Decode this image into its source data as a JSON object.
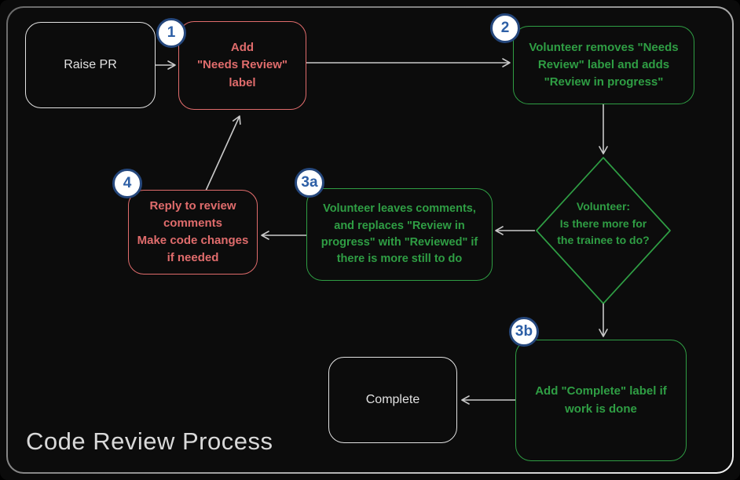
{
  "title": "Code Review Process",
  "colors": {
    "red": "#e06c6c",
    "green": "#2f9e44",
    "neutral": "#e2e2e2",
    "badge-border": "#25477c",
    "badge-text": "#2d5fa6",
    "arrow": "#c9c9c9",
    "bg": "#0b0b0b"
  },
  "nodes": {
    "raise_pr": {
      "label": "Raise PR"
    },
    "step1": {
      "badge": "1",
      "label": "Add\n\"Needs Review\"\nlabel"
    },
    "step2": {
      "badge": "2",
      "label": "Volunteer removes \"Needs\nReview\" label and adds\n\"Review in progress\""
    },
    "decision": {
      "label": "Volunteer:\nIs there more for\nthe trainee to do?"
    },
    "step3a": {
      "badge": "3a",
      "label": "Volunteer leaves comments,\nand replaces \"Review in\nprogress\" with \"Reviewed\" if\nthere is more still to do"
    },
    "step4": {
      "badge": "4",
      "label": "Reply to review\ncomments\nMake code changes\nif needed"
    },
    "step3b": {
      "badge": "3b",
      "label": "Add \"Complete\" label if\nwork is done"
    },
    "complete": {
      "label": "Complete"
    }
  },
  "edges": [
    {
      "from": "raise_pr",
      "to": "step1"
    },
    {
      "from": "step1",
      "to": "step2"
    },
    {
      "from": "step2",
      "to": "decision"
    },
    {
      "from": "decision",
      "to": "step3a"
    },
    {
      "from": "step3a",
      "to": "step4"
    },
    {
      "from": "step4",
      "to": "step1"
    },
    {
      "from": "decision",
      "to": "step3b"
    },
    {
      "from": "step3b",
      "to": "complete"
    }
  ]
}
